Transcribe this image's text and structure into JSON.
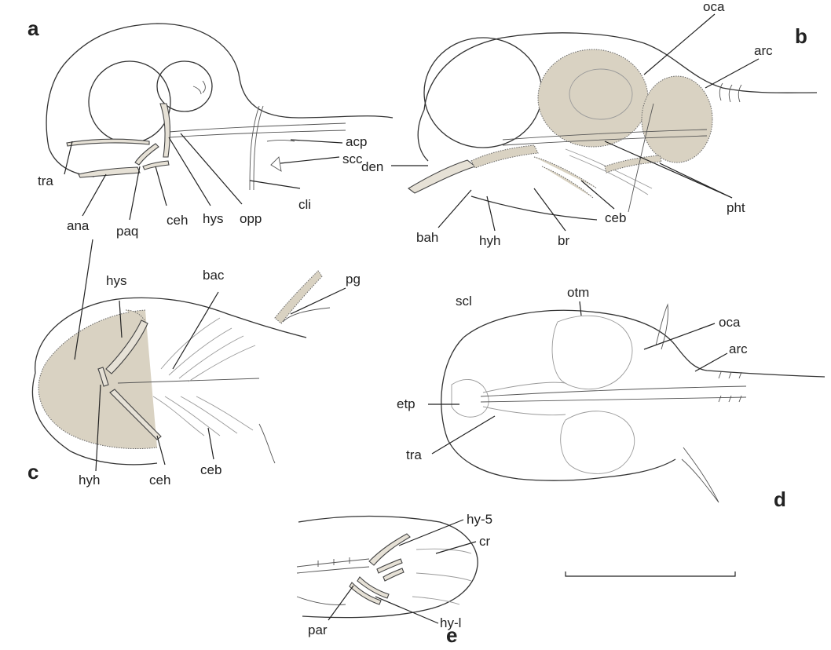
{
  "panels": {
    "a": {
      "letter": "a",
      "labels": {
        "tra": "tra",
        "ana": "ana",
        "paq": "paq",
        "ceh": "ceh",
        "hys": "hys",
        "opp": "opp",
        "cli": "cli",
        "acp": "acp",
        "scc": "scc"
      }
    },
    "b": {
      "letter": "b",
      "labels": {
        "oca": "oca",
        "arc": "arc",
        "den": "den",
        "pht": "pht",
        "ceb": "ceb",
        "bah": "bah",
        "hyh": "hyh",
        "br": "br"
      }
    },
    "c": {
      "letter": "c",
      "labels": {
        "hys": "hys",
        "bac": "bac",
        "pg": "pg",
        "hyh": "hyh",
        "ceh": "ceh",
        "ceb": "ceb"
      }
    },
    "d": {
      "letter": "d",
      "labels": {
        "scl": "scl",
        "otm": "otm",
        "oca": "oca",
        "arc": "arc",
        "etp": "etp",
        "tra": "tra"
      }
    },
    "e": {
      "letter": "e",
      "labels": {
        "hy5": "hy-5",
        "cr": "cr",
        "par": "par",
        "hy1": "hy-l"
      }
    }
  }
}
